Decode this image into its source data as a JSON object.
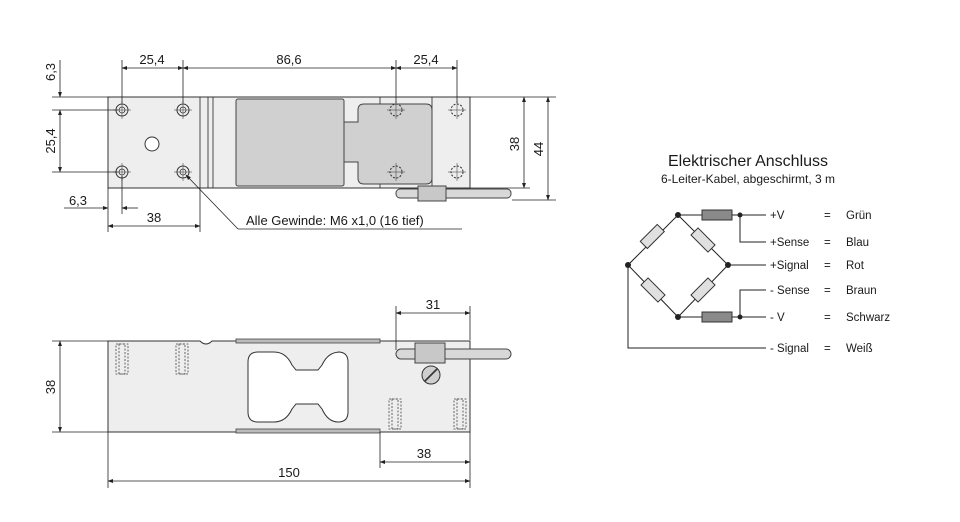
{
  "top_view": {
    "dims": {
      "left_hole_spacing": "25,4",
      "middle_span": "86,6",
      "right_hole_spacing": "25,4",
      "edge_offset_top": "6,3",
      "vertical_hole_spacing": "25,4",
      "edge_offset_left": "6,3",
      "bottom_left": "38",
      "inner_height": "38",
      "total_height": "44"
    },
    "thread_note": "Alle Gewinde: M6 x1,0 (16 tief)"
  },
  "side_view": {
    "dims": {
      "height": "38",
      "cable_offset": "31",
      "right_block": "38",
      "total_length": "150"
    }
  },
  "wiring": {
    "title": "Elektrischer Anschluss",
    "subtitle": "6-Leiter-Kabel, abgeschirmt, 3 m",
    "rows": [
      {
        "signal": "+V",
        "eq": "=",
        "color": "Grün"
      },
      {
        "signal": "+Sense",
        "eq": "=",
        "color": "Blau"
      },
      {
        "signal": "+Signal",
        "eq": "=",
        "color": "Rot"
      },
      {
        "signal": "- Sense",
        "eq": "=",
        "color": "Braun"
      },
      {
        "signal": "- V",
        "eq": "=",
        "color": "Schwarz"
      },
      {
        "signal": "- Signal",
        "eq": "=",
        "color": "Weiß"
      }
    ]
  }
}
